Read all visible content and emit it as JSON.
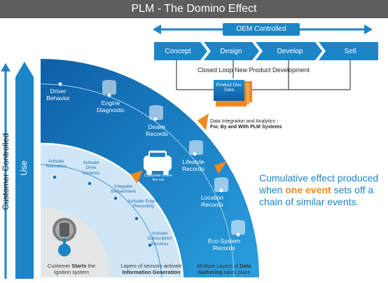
{
  "title": "PLM - The Domino Effect",
  "oem": {
    "label": "OEM Controlled",
    "stages": [
      "Concept",
      "Design",
      "Develop",
      "Sell"
    ],
    "loop_label": "Closed Loop New Product Development",
    "data_box": "Product Dev. Data"
  },
  "customer": {
    "label": "Customer Controlled",
    "use": "Use"
  },
  "outer_nodes": [
    "Driver Behavior",
    "Engine Diagnostic",
    "Dealer Records",
    "Lifestyle Records",
    "Location Records",
    "Eco-System Records"
  ],
  "inner_nodes": [
    "Activate Telematics",
    "Activate Drive Controls",
    "Integrate Infotainment",
    "Activate Engine Recording",
    "Activate Subscription Services"
  ],
  "car_label": "Customer drives the car",
  "analytics": {
    "line1": "Data Integration and Analytics -",
    "line2": "For, By and With PLM Systems"
  },
  "captions": {
    "ignition_pre": "Customer ",
    "ignition_em": "Starts",
    "ignition_post": " the Ignition system",
    "sensors_pre": "Layers of sensors activate ",
    "sensors_em": "Information Generation",
    "gathering_pre": "Multiple Layers of ",
    "gathering_em": "Data Gathering",
    "gathering_post": " takes place"
  },
  "cumulative": {
    "pre": "Cumulative effect produced when ",
    "em": "one event",
    "post": " sets off a chain of similar events."
  },
  "colors": {
    "title_bar": "#5d5d5d",
    "blue": "#1c85c8",
    "dark_blue": "#1565a8",
    "light_blue": "#cfe6f6",
    "accent": "#f08a1c"
  }
}
